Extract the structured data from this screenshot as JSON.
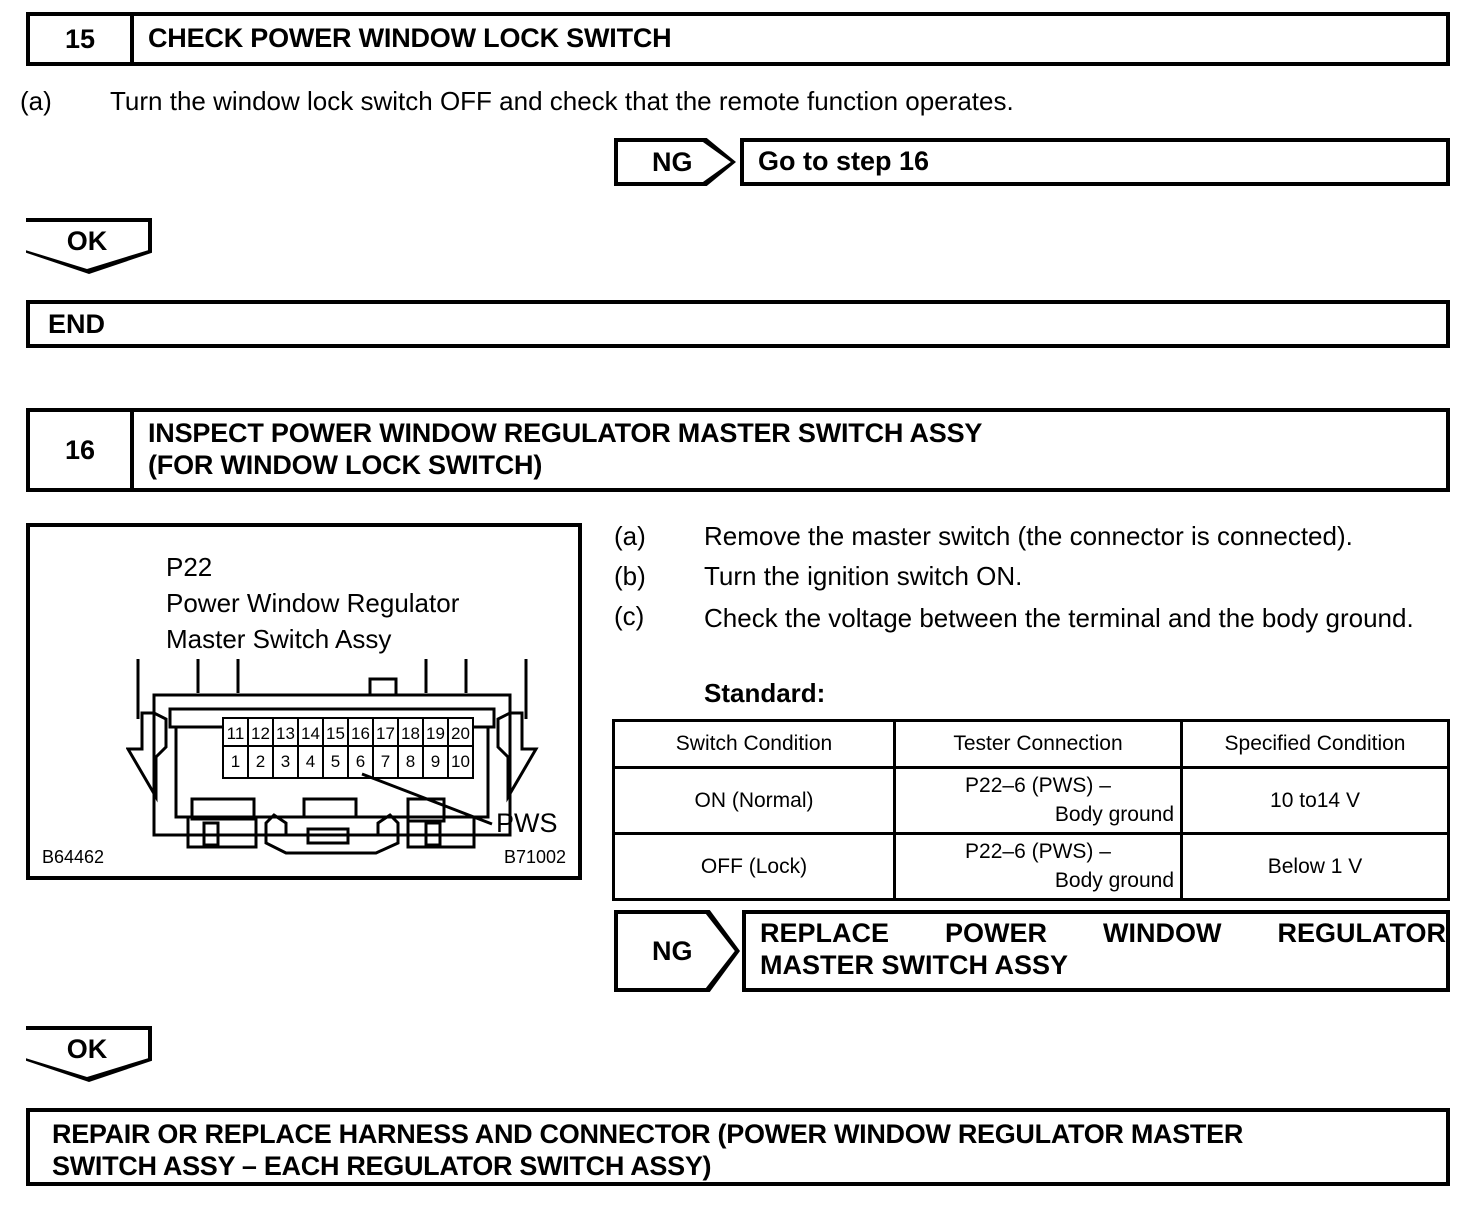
{
  "step15": {
    "number": "15",
    "title": "CHECK POWER WINDOW LOCK SWITCH",
    "procedure": [
      {
        "label": "(a)",
        "text": "Turn the window lock switch OFF and check that the remote function operates."
      }
    ],
    "ng": {
      "tag": "NG",
      "action": "Go to step 16"
    },
    "ok": {
      "tag": "OK"
    },
    "end": "END"
  },
  "step16": {
    "number": "16",
    "title_line1": "INSPECT POWER WINDOW REGULATOR MASTER SWITCH ASSY",
    "title_line2": "(FOR WINDOW LOCK SWITCH)",
    "illustration": {
      "connector_id": "P22",
      "name_line1": "Power Window Regulator",
      "name_line2": "Master Switch Assy",
      "pins_top": [
        "11",
        "12",
        "13",
        "14",
        "15",
        "16",
        "17",
        "18",
        "19",
        "20"
      ],
      "pins_bottom": [
        "1",
        "2",
        "3",
        "4",
        "5",
        "6",
        "7",
        "8",
        "9",
        "10"
      ],
      "callout": "PWS",
      "code_left": "B64462",
      "code_right": "B71002"
    },
    "procedure": [
      {
        "label": "(a)",
        "text": "Remove the master switch (the connector is connected)."
      },
      {
        "label": "(b)",
        "text": "Turn the ignition switch ON."
      },
      {
        "label": "(c)",
        "text": "Check the voltage between the terminal and the body ground."
      }
    ],
    "standard_label": "Standard:",
    "table": {
      "headers": [
        "Switch Condition",
        "Tester Connection",
        "Specified Condition"
      ],
      "rows": [
        {
          "condition": "ON (Normal)",
          "tester_line1": "P22–6 (PWS) –",
          "tester_line2": "Body ground",
          "specified": "10 to14 V"
        },
        {
          "condition": "OFF (Lock)",
          "tester_line1": "P22–6 (PWS) –",
          "tester_line2": "Body ground",
          "specified": "Below 1 V"
        }
      ]
    },
    "ng": {
      "tag": "NG",
      "action_line1": "REPLACE POWER WINDOW REGULATOR",
      "action_line2": "MASTER SWITCH ASSY"
    },
    "ok": {
      "tag": "OK"
    },
    "terminal": {
      "line1": "REPAIR OR REPLACE HARNESS AND CONNECTOR (POWER WINDOW REGULATOR MASTER",
      "line2": "SWITCH ASSY – EACH REGULATOR SWITCH ASSY)"
    }
  }
}
